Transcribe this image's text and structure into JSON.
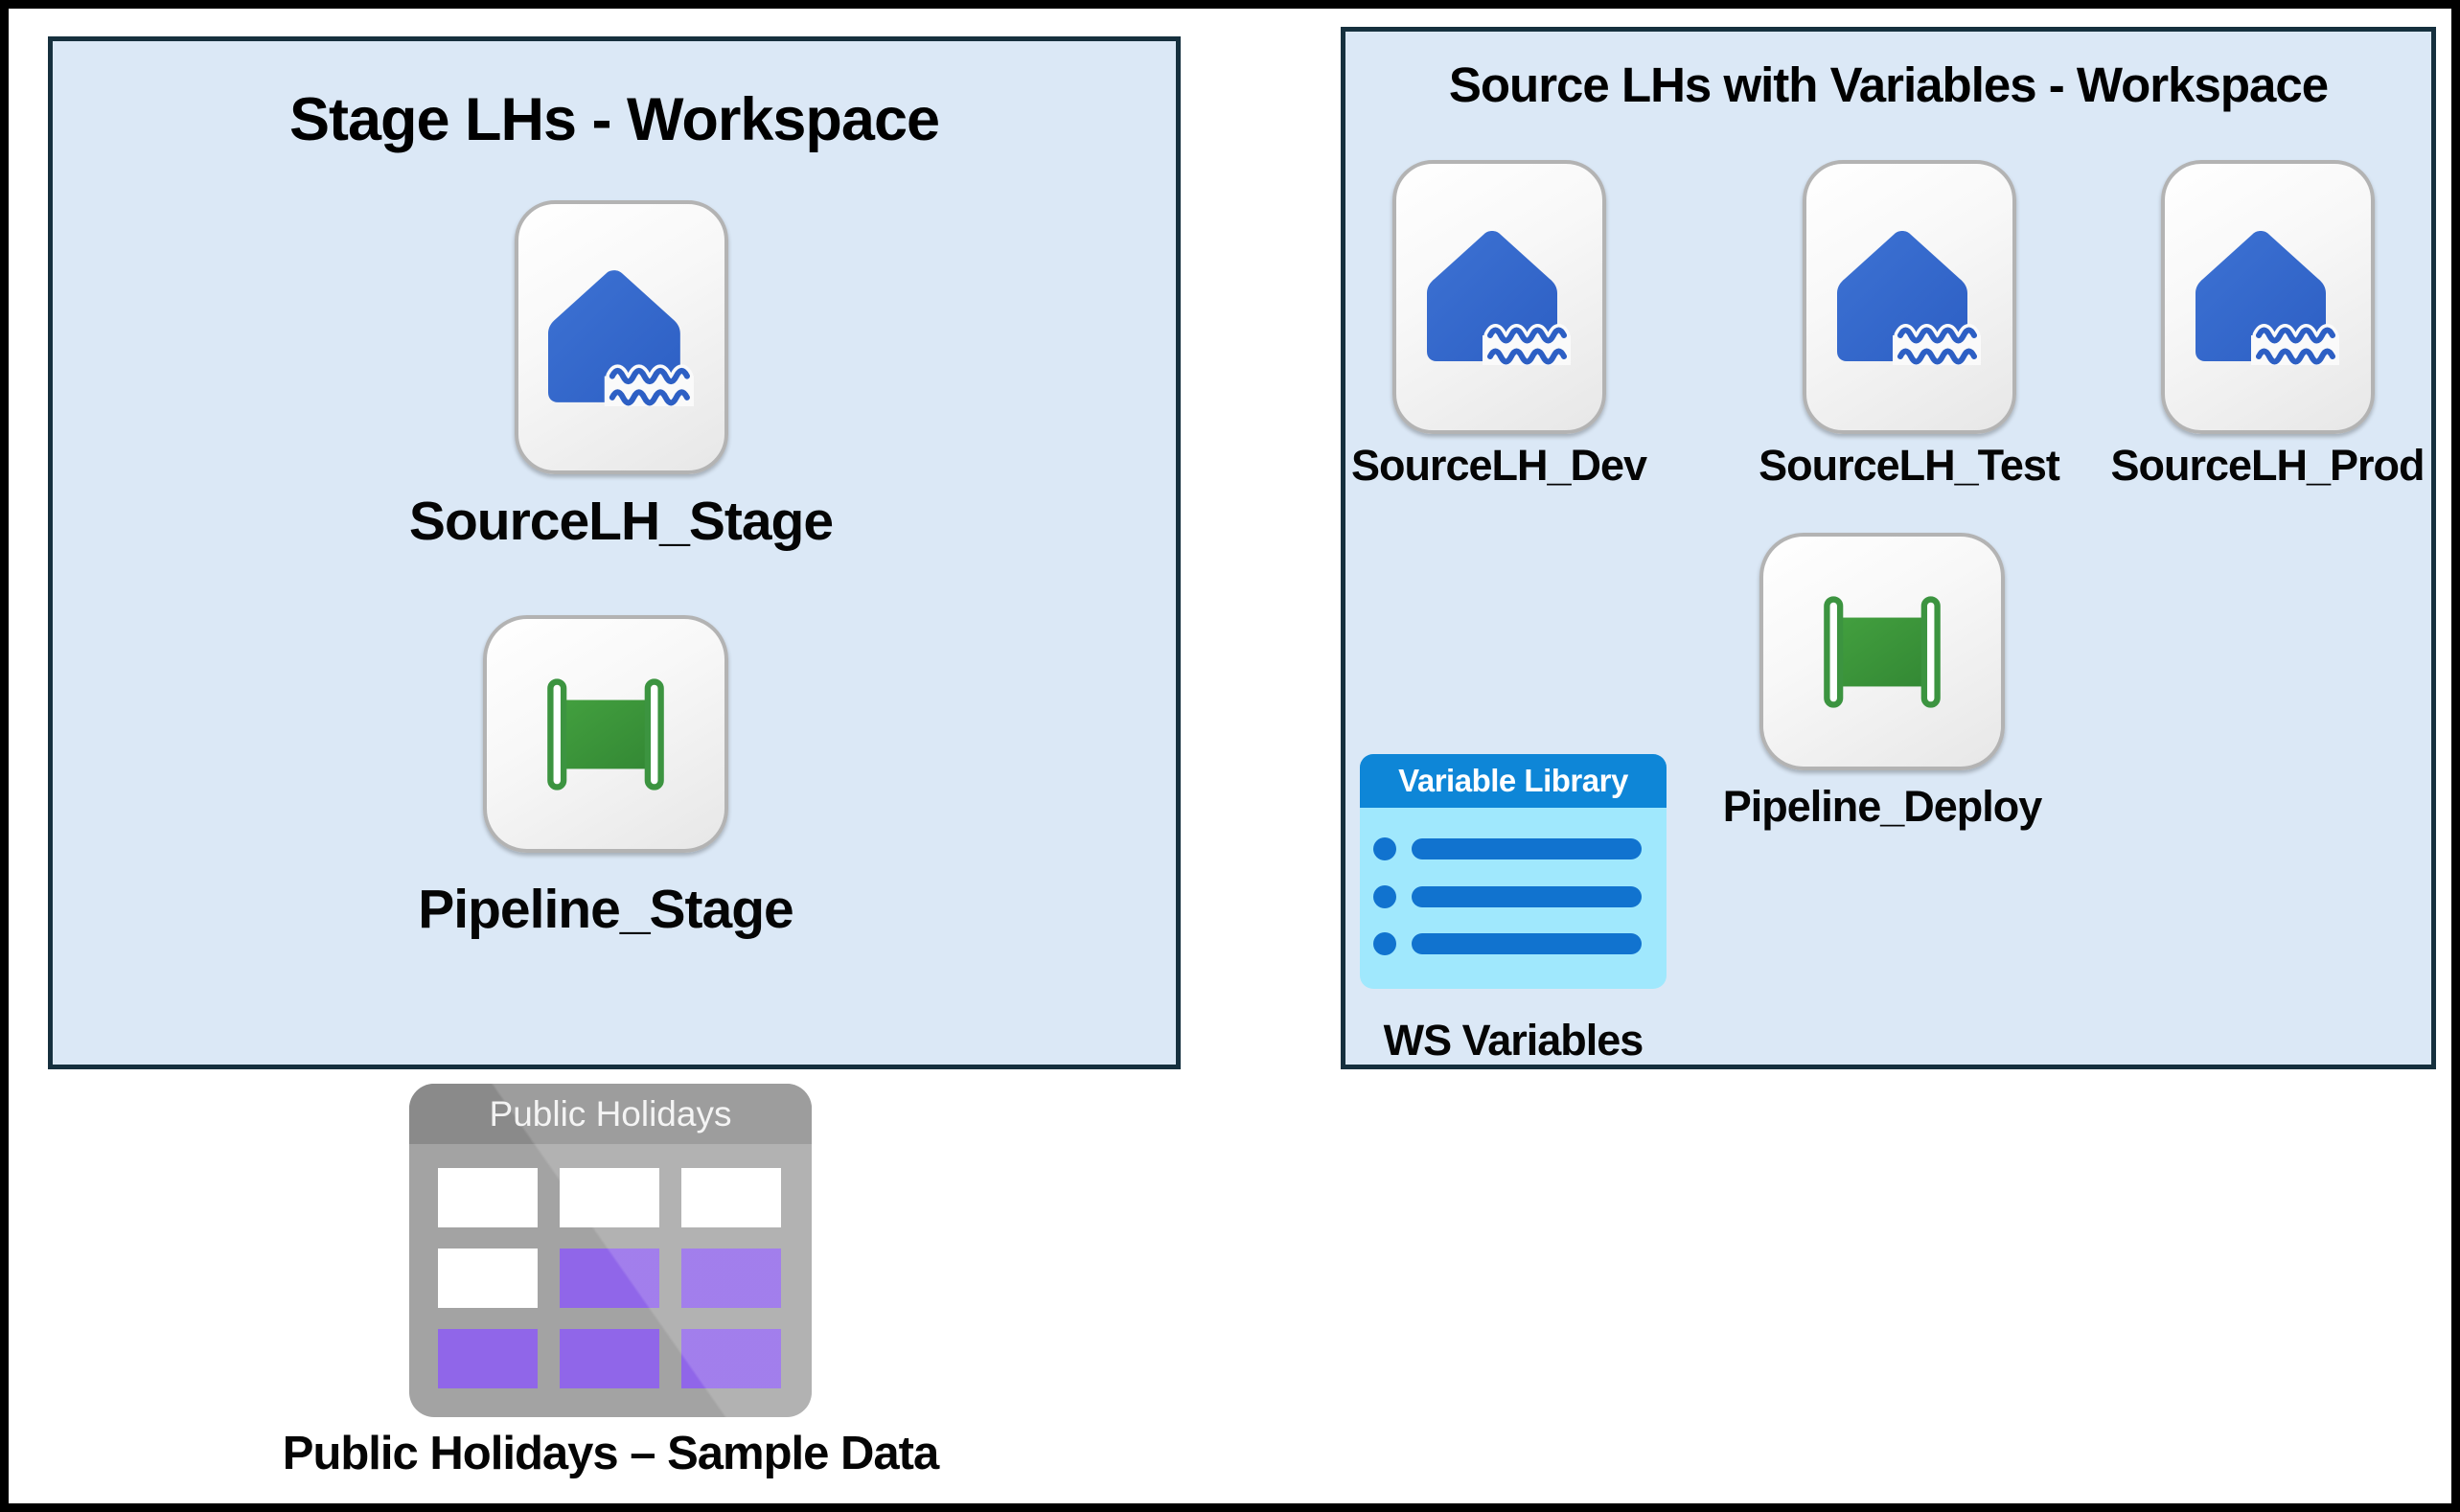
{
  "left_workspace": {
    "title": "Stage LHs - Workspace",
    "items": [
      {
        "label": "SourceLH_Stage",
        "type": "lakehouse"
      },
      {
        "label": "Pipeline_Stage",
        "type": "pipeline"
      }
    ]
  },
  "right_workspace": {
    "title": "Source LHs with Variables - Workspace",
    "lakehouses": [
      {
        "label": "SourceLH_Dev"
      },
      {
        "label": "SourceLH_Test"
      },
      {
        "label": "SourceLH_Prod"
      }
    ],
    "pipeline": {
      "label": "Pipeline_Deploy"
    },
    "variable_library": {
      "header": "Variable Library",
      "label": "WS Variables",
      "row_count": 3
    }
  },
  "sample_data": {
    "icon_title": "Public Holidays",
    "label": "Public Holidays – Sample Data",
    "cells": [
      [
        "empty",
        "empty",
        "empty"
      ],
      [
        "empty",
        "filled",
        "filled"
      ],
      [
        "filled",
        "filled",
        "filled"
      ]
    ]
  },
  "colors": {
    "box_bg": "#dbe8f6",
    "box_border": "#16303e",
    "lakehouse_blue": "#2d5fc4",
    "lakehouse_blue_light": "#3d72d3",
    "pipeline_green": "#43a03f",
    "pipeline_green_dark": "#338834",
    "pipeline_stroke": "#3c9440",
    "vl_header": "#0e86d7",
    "vl_body": "#a0e8fd",
    "vl_bar": "#1173cf",
    "ph_header": "#8a8a8a",
    "ph_body": "#a3a3a3",
    "ph_purple": "#9066e9"
  }
}
